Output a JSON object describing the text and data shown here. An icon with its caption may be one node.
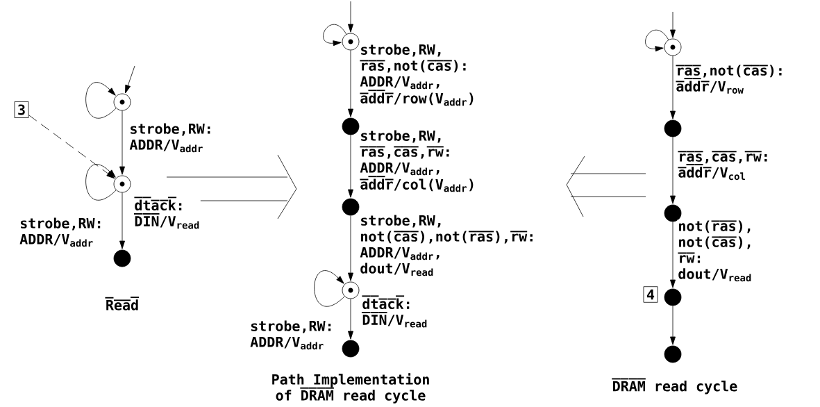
{
  "diagram": {
    "nodes": [
      {
        "text": [],
        "shape": "circle"
      },
      {
        "text": [],
        "shape": "circle"
      },
      {
        "text": [],
        "shape": "circle"
      },
      {
        "text": [
          "3"
        ]
      },
      {
        "text": [],
        "shape": "circle"
      },
      {
        "text": [],
        "shape": "circle"
      },
      {
        "text": [],
        "shape": "circle"
      },
      {
        "text": [],
        "shape": "circle"
      },
      {
        "text": [],
        "shape": "circle"
      },
      {
        "text": [],
        "shape": "circle"
      },
      {
        "text": [],
        "shape": "circle"
      },
      {
        "text": [],
        "shape": "circle"
      },
      {
        "text": [],
        "shape": "circle"
      },
      {
        "text": [],
        "shape": "circle"
      },
      {
        "text": [
          "4"
        ]
      }
    ],
    "edges": [
      {
        "from": null,
        "to": 0,
        "arrow": "to"
      },
      {
        "from": 0,
        "to": 0,
        "arrow": "to"
      },
      {
        "from": 0,
        "to": 1,
        "arrow": "to",
        "label": "strobe,RW: ADDR/V$_{addr}$"
      },
      {
        "from": 1,
        "to": 1,
        "arrow": "to",
        "label": "strobe,RW: ADDR/V$_{addr}$"
      },
      {
        "from": 1,
        "to": 2,
        "arrow": "to",
        "label": "d̅t̅a̅c̅k̅: D̅I̅N̅/V$_{read}$"
      },
      {
        "from": 3,
        "to": 1,
        "arrow": "to",
        "style": "dashed"
      },
      {
        "from": null,
        "to": 4,
        "arrow": "to"
      },
      {
        "from": 4,
        "to": 4,
        "arrow": "to"
      },
      {
        "from": 4,
        "to": 5,
        "arrow": "to",
        "label": "strobe,RW, r̅a̅s̅,not(c̅a̅s̅): ADDR/V$_{addr}$, a̅d̅d̅r̅/row(V$_{addr}$)"
      },
      {
        "from": 5,
        "to": 6,
        "arrow": "to",
        "label": "strobe,RW, r̅a̅s̅,c̅a̅s̅,r̅w̅: ADDR/V$_{addr}$, a̅d̅d̅r̅/col(V$_{addr}$)"
      },
      {
        "from": 6,
        "to": 7,
        "arrow": "to",
        "label": "strobe,RW, not(c̅a̅s̅),not(r̅a̅s̅),r̅w̅: ADDR/V$_{addr}$, dout/V$_{read}$"
      },
      {
        "from": 7,
        "to": 7,
        "arrow": "to",
        "label": "strobe,RW: ADDR/V$_{addr}$"
      },
      {
        "from": 7,
        "to": 8,
        "arrow": "to",
        "label": "d̅t̅a̅c̅k̅: D̅I̅N̅/V$_{read}$"
      },
      {
        "from": null,
        "to": 9,
        "arrow": "to"
      },
      {
        "from": 9,
        "to": 9,
        "arrow": "to"
      },
      {
        "from": 9,
        "to": 10,
        "arrow": "to",
        "label": "r̅a̅s̅,not(c̅a̅s̅): a̅d̅d̅r̅/V$_{row}$"
      },
      {
        "from": 10,
        "to": 11,
        "arrow": "to",
        "label": "r̅a̅s̅,c̅a̅s̅,r̅w̅: a̅d̅d̅r̅/V$_{col}$"
      },
      {
        "from": 11,
        "to": 12,
        "arrow": "to",
        "label": "not(r̅a̅s̅), not(c̅a̅s̅), r̅w̅: dout/V$_{read}$"
      },
      {
        "from": 12,
        "to": 13,
        "arrow": "to"
      }
    ],
    "labels": [
      "R̅e̅a̅d̅",
      "Path Implementation of D̅R̅A̅M̅ read cycle",
      "D̅R̅A̅M̅ read cycle"
    ]
  }
}
